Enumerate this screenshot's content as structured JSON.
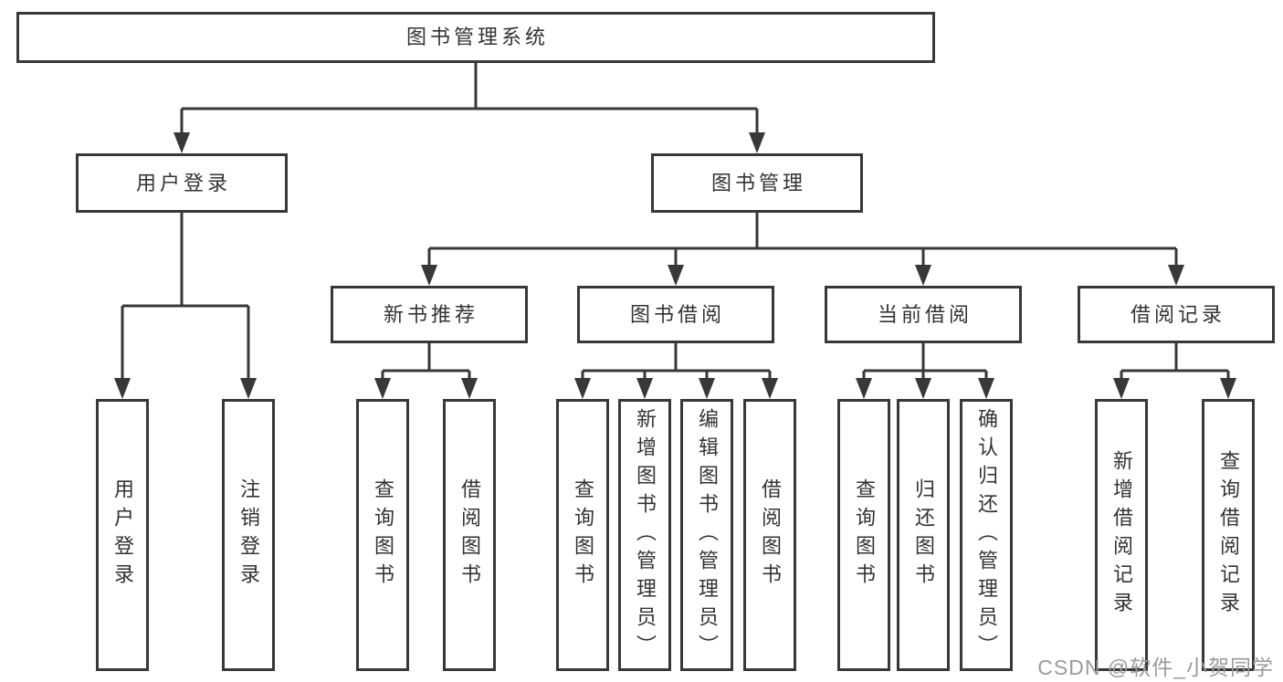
{
  "diagram": {
    "tree": {
      "label": "图书管理系统",
      "children": [
        {
          "label": "用户登录",
          "children": [
            {
              "label": "用户登录"
            },
            {
              "label": "注销登录"
            }
          ]
        },
        {
          "label": "图书管理",
          "children": [
            {
              "label": "新书推荐",
              "children": [
                {
                  "label": "查询图书"
                },
                {
                  "label": "借阅图书"
                }
              ]
            },
            {
              "label": "图书借阅",
              "children": [
                {
                  "label": "查询图书"
                },
                {
                  "label": "新增图书（管理员）"
                },
                {
                  "label": "编辑图书（管理员）"
                },
                {
                  "label": "借阅图书"
                }
              ]
            },
            {
              "label": "当前借阅",
              "children": [
                {
                  "label": "查询图书"
                },
                {
                  "label": "归还图书"
                },
                {
                  "label": "确认归还（管理员）"
                }
              ]
            },
            {
              "label": "借阅记录",
              "children": [
                {
                  "label": "新增借阅记录"
                },
                {
                  "label": "查询借阅记录"
                }
              ]
            }
          ]
        }
      ]
    },
    "watermark": "CSDN @软件_小贺同学",
    "colors": {
      "line": "#383838",
      "box_border": "#383838",
      "text": "#333333",
      "watermark": "#9b9b9b",
      "background": "#ffffff"
    }
  }
}
